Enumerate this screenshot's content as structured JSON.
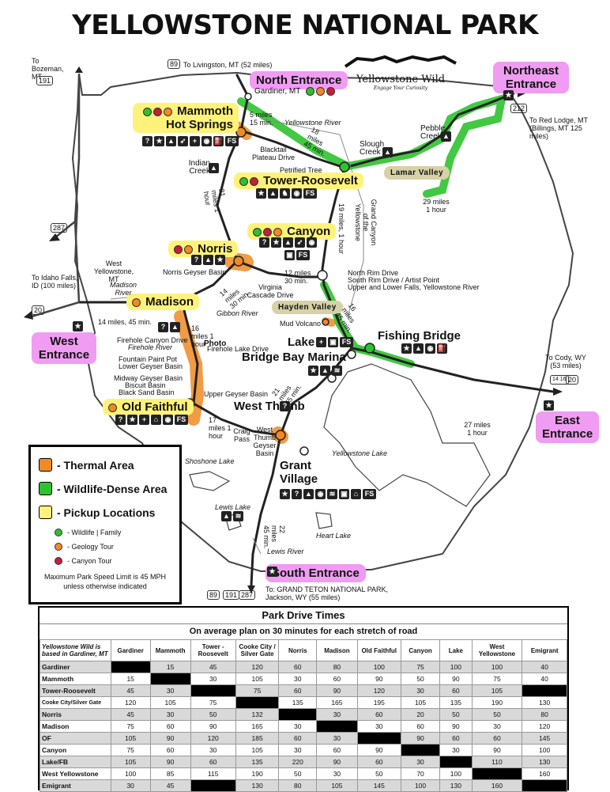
{
  "title": "YELLOWSTONE NATIONAL PARK",
  "logo": {
    "name": "Yellowstone Wild",
    "tagline": "Engage Your Curiosity"
  },
  "colors": {
    "thermal": "#f08a24",
    "wildlife": "#2fc22f",
    "pickup": "#fff27a",
    "entrance": "#ef9cf2",
    "dot_green": "#2fbf2f",
    "dot_orange": "#f08a24",
    "dot_red": "#c41e3a"
  },
  "entrances": {
    "north": "North Entrance",
    "northeast": "Northeast Entrance",
    "west": "West Entrance",
    "east": "East Entrance",
    "south": "South Entrance"
  },
  "pickups": {
    "mammoth": "Mammoth Hot Springs",
    "tower": "Tower-Roosevelt",
    "canyon": "Canyon",
    "norris": "Norris",
    "madison": "Madison",
    "old_faithful": "Old Faithful"
  },
  "places": {
    "gardiner": "Gardiner, MT",
    "lamar": "Lamar Valley",
    "hayden": "Hayden Valley",
    "fishing_bridge": "Fishing Bridge",
    "lake": "Lake",
    "bridge_bay": "Bridge Bay Marina",
    "west_thumb": "West Thumb",
    "grant_village": "Grant Village",
    "yellowstone_lake": "Yellowstone Lake",
    "shoshone_lake": "Shoshone Lake",
    "lewis_lake": "Lewis Lake",
    "heart_lake": "Heart Lake",
    "lewis_river": "Lewis River",
    "yellowstone_river": "Yellowstone River",
    "madison_river": "Madison River",
    "gibbon_river": "Gibbon River",
    "firehole_river": "Firehole River",
    "slough_creek": "Slough Creek",
    "pebble_creek": "Pebble Creek",
    "indian_creek": "Indian Creek",
    "blacktail": "Blacktail Plateau Drive",
    "petrified_tree": "Petrified Tree",
    "grand_canyon": "Grand Canyon of the Yellowstone",
    "norris_basin": "Norris Geyser Basin",
    "virginia": "Virginia Cascade Drive",
    "north_rim": "North Rim Drive",
    "south_rim": "South Rim Drive / Artist Point",
    "falls": "Upper and Lower Falls, Yellowstone River",
    "mud_volcano": "Mud Volcano",
    "firehole_drive": "Firehole Canyon Drive",
    "photo": "Photo",
    "firehole_lake_drive": "Firehole Lake Drive",
    "fountain": "Fountain Paint Pot",
    "lower_geyser": "Lower Geyser Basin",
    "midway": "Midway Geyser Basin",
    "biscuit": "Biscuit Basin",
    "black_sand": "Black Sand Basin",
    "upper_geyser": "Upper Geyser Basin",
    "craig": "Craig Pass",
    "west_thumb_basin": "West Thumb Geyser Basin",
    "west_yellowstone": "West Yellowstone, MT"
  },
  "outside": {
    "bozeman": "To Bozeman, MT",
    "livingston": "To Livingston, MT (52 miles)",
    "red_lodge": "To Red Lodge, MT (Billings, MT 125 miles)",
    "idaho_falls": "To Idaho Falls, ID (100 miles)",
    "cody": "To Cody, WY (53 miles)",
    "teton": "To: GRAND TETON NATIONAL PARK, Jackson, WY (55 miles)"
  },
  "routes": {
    "r89": "89",
    "r191": "191",
    "r212": "212",
    "r287": "287",
    "r20": "20",
    "r14": "14 16",
    "d1": "5 miles 15 min.",
    "d2": "18 miles 45 min.",
    "d3": "29 miles 1 hour",
    "d4": "21 miles 1 hour",
    "d5": "19 miles, 1 hour",
    "d6": "12 miles 30 min.",
    "d7": "14 miles 30 min.",
    "d8": "14 miles, 45 min.",
    "d9": "16 miles 1 hour",
    "d10": "16 miles 45 min.",
    "d11": "21 miles 45 min.",
    "d12": "17 miles 1 hour",
    "d13": "27 miles 1 hour",
    "d14": "22 miles 45 min."
  },
  "legend": {
    "thermal": "- Thermal Area",
    "wildlife": "- Wildlife-Dense Area",
    "pickup": "- Pickup Locations",
    "tour_wildlife": "- Wildlife | Family",
    "tour_geology": "- Geology Tour",
    "tour_canyon": "- Canyon Tour",
    "speed": "Maximum Park Speed Limit is 45 MPH unless otherwise indicated"
  },
  "table": {
    "title": "Park Drive Times",
    "subtitle": "On average plan on 30 minutes for each stretch of road",
    "corner": "Yellowstone Wild is based in Gardiner, MT",
    "columns": [
      "Gardiner",
      "Mammoth",
      "Tower - Roosevelt",
      "Cooke City / Silver Gate",
      "Norris",
      "Madison",
      "Old Faithful",
      "Canyon",
      "Lake",
      "West Yellowstone",
      "Emigrant"
    ],
    "rows": [
      {
        "name": "Gardiner",
        "values": [
          "",
          "15",
          "45",
          "120",
          "60",
          "80",
          "100",
          "75",
          "100",
          "100",
          "40"
        ]
      },
      {
        "name": "Mammoth",
        "values": [
          "15",
          "",
          "30",
          "105",
          "30",
          "60",
          "90",
          "50",
          "90",
          "75",
          "40"
        ]
      },
      {
        "name": "Tower-Roosevelt",
        "values": [
          "45",
          "30",
          "",
          "75",
          "60",
          "90",
          "120",
          "30",
          "60",
          "105",
          ""
        ]
      },
      {
        "name": "Cooke City/Silver Gate",
        "values": [
          "120",
          "105",
          "75",
          "",
          "135",
          "165",
          "195",
          "105",
          "135",
          "190",
          "130"
        ]
      },
      {
        "name": "Norris",
        "values": [
          "45",
          "30",
          "50",
          "132",
          "",
          "30",
          "60",
          "20",
          "50",
          "50",
          "80"
        ]
      },
      {
        "name": "Madison",
        "values": [
          "75",
          "60",
          "90",
          "165",
          "30",
          "",
          "30",
          "60",
          "90",
          "30",
          "120"
        ]
      },
      {
        "name": "OF",
        "values": [
          "105",
          "90",
          "120",
          "185",
          "60",
          "30",
          "",
          "90",
          "60",
          "60",
          "145"
        ]
      },
      {
        "name": "Canyon",
        "values": [
          "75",
          "60",
          "30",
          "105",
          "30",
          "60",
          "90",
          "",
          "30",
          "90",
          "100"
        ]
      },
      {
        "name": "Lake/FB",
        "values": [
          "105",
          "90",
          "60",
          "135",
          "220",
          "90",
          "60",
          "30",
          "",
          "110",
          "130"
        ]
      },
      {
        "name": "West Yellowstone",
        "values": [
          "100",
          "85",
          "115",
          "190",
          "50",
          "30",
          "50",
          "70",
          "100",
          "",
          "160"
        ]
      },
      {
        "name": "Emigrant",
        "values": [
          "30",
          "45",
          "",
          "130",
          "80",
          "105",
          "145",
          "100",
          "130",
          "160",
          ""
        ]
      }
    ]
  }
}
